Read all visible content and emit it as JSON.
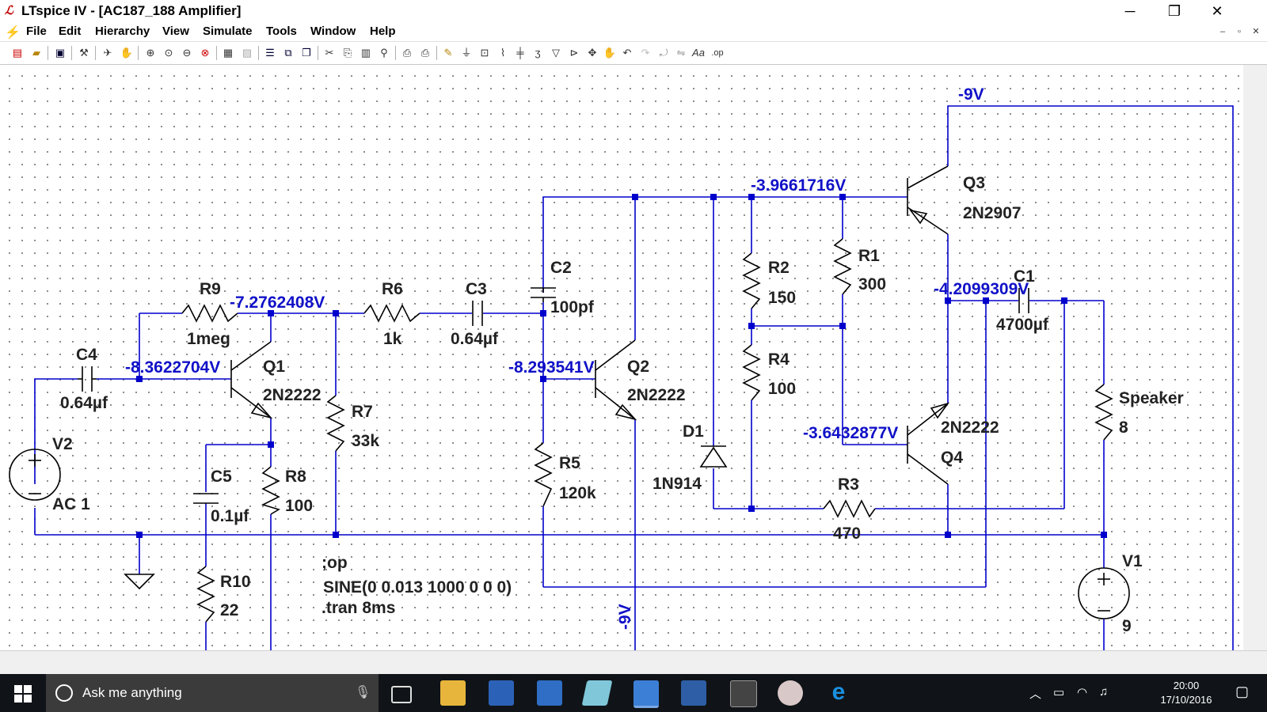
{
  "window": {
    "title": "LTspice IV - [AC187_188 Amplifier]",
    "minimize": "─",
    "restore": "❐",
    "close": "✕"
  },
  "menu": {
    "items": [
      "File",
      "Edit",
      "Hierarchy",
      "View",
      "Simulate",
      "Tools",
      "Window",
      "Help"
    ],
    "mdi_min": "–",
    "mdi_restore": "▫",
    "mdi_close": "✕"
  },
  "schematic": {
    "labels": {
      "R9": "R9",
      "R9_val": "1meg",
      "R6": "R6",
      "R6_val": "1k",
      "C3": "C3",
      "C3_val": "0.64µf",
      "C2": "C2",
      "C2_val": "100pf",
      "C4": "C4",
      "C4_val": "0.64µf",
      "Q1": "Q1",
      "Q1_val": "2N2222",
      "Q2": "Q2",
      "Q2_val": "2N2222",
      "Q3": "Q3",
      "Q3_val": "2N2907",
      "Q4": "Q4",
      "Q4_val": "2N2222",
      "R7": "R7",
      "R7_val": "33k",
      "R8": "R8",
      "R8_val": "100",
      "C5": "C5",
      "C5_val": "0.1µf",
      "R10": "R10",
      "R10_val": "22",
      "R5": "R5",
      "R5_val": "120k",
      "R2": "R2",
      "R2_val": "150",
      "R1": "R1",
      "R1_val": "300",
      "R4": "R4",
      "R4_val": "100",
      "D1": "D1",
      "D1_val": "1N914",
      "R3": "R3",
      "R3_val": "470",
      "C1": "C1",
      "C1_val": "4700µf",
      "Speaker": "Speaker",
      "Speaker_val": "8",
      "V1": "V1",
      "V1_val": "9",
      "V2": "V2",
      "V2_val": "AC 1"
    },
    "node_voltages": {
      "neg9_top": "-9V",
      "q3_base": "-3.9661716V",
      "q1_collector": "-7.2762408V",
      "q1_base": "-8.3622704V",
      "q2_base": "-8.293541V",
      "output": "-4.2099309V",
      "q4_base": "-3.6432877V",
      "neg9_bottom": "-9V"
    },
    "directives": {
      "op": ";op",
      "sine": "SINE(0 0.013 1000 0 0 0)",
      "tran": ".tran 8ms"
    },
    "colors": {
      "wire": "#0000cc",
      "node_text": "#1010c8",
      "component": "#000000",
      "label_text": "#222222"
    }
  },
  "taskbar": {
    "search_placeholder": "Ask me anything",
    "time": "20:00",
    "date": "17/10/2016"
  }
}
